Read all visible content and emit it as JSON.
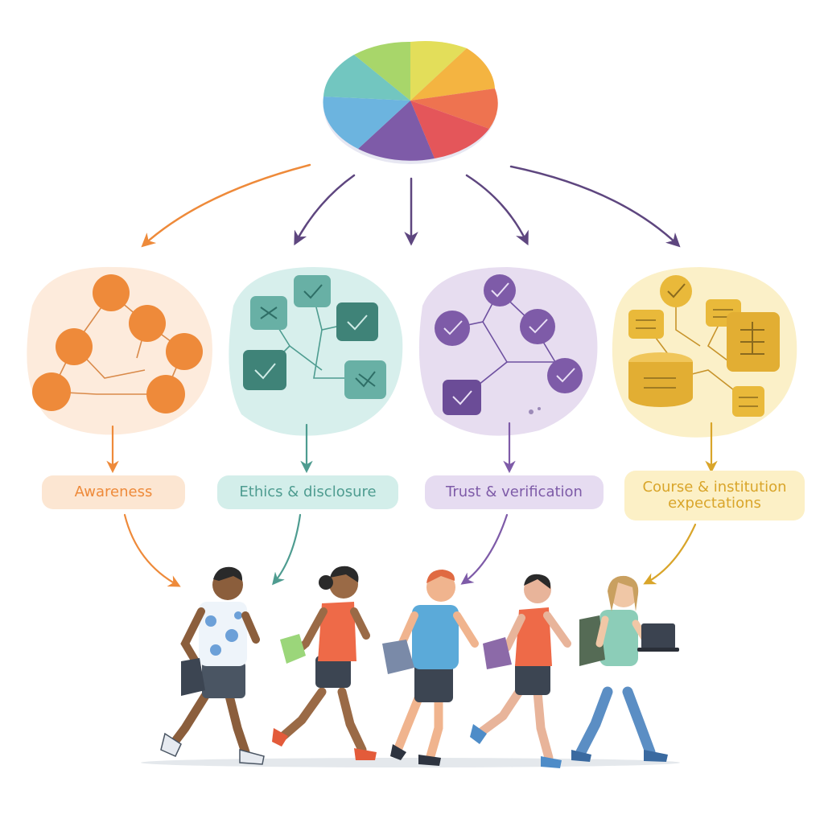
{
  "diagram": {
    "source_icon": "pie-chart-icon",
    "categories": [
      {
        "label": "Awareness",
        "color": "#EE8A3A",
        "bg": "#FDEBDC",
        "label_bg": "#FCE6D2",
        "icon": "network-nodes-icon"
      },
      {
        "label": "Ethics & disclosure",
        "color": "#4E9C90",
        "bg": "#D7EFEC",
        "label_bg": "#D3EEEA",
        "icon": "checkbox-network-icon"
      },
      {
        "label": "Trust & verification",
        "color": "#7E5BA8",
        "bg": "#E7DDF0",
        "label_bg": "#E6DCF1",
        "icon": "verification-check-icon"
      },
      {
        "label": "Course & institution expectations",
        "color": "#D9A52A",
        "bg": "#FBF0C8",
        "label_bg": "#FCF0C6",
        "icon": "database-stack-icon"
      }
    ],
    "people_group": "students-running-illustration"
  }
}
